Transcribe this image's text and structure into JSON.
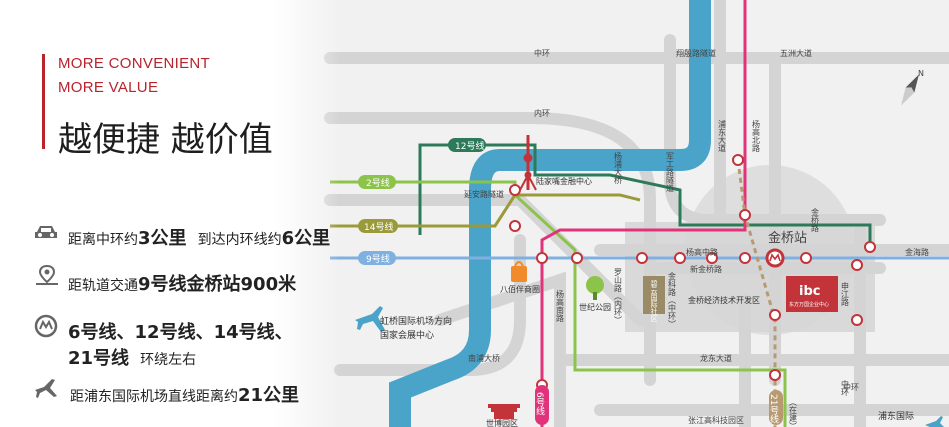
{
  "header": {
    "tagline_1": "MORE CONVENIENT",
    "tagline_2": "MORE VALUE",
    "headline": "越便捷  越价值"
  },
  "features": [
    {
      "icon": "car-icon",
      "parts": [
        "距离中环约",
        "3公里",
        "到达内环线约",
        "6公里"
      ]
    },
    {
      "icon": "location-pin-icon",
      "parts": [
        "距轨道交通",
        "9号线金桥站900米"
      ]
    },
    {
      "icon": "metro-icon",
      "parts": [
        "6号线、12号线、14号线、",
        "21号线",
        "环绕左右"
      ]
    },
    {
      "icon": "airplane-icon",
      "parts": [
        "距浦东国际机场直线距离约",
        "21公里"
      ]
    }
  ],
  "map": {
    "roads": {
      "zhonghuan_top": "中环",
      "xiangyin": "翔殷路隧道",
      "wuzhou": "五洲大道",
      "neihuan": "内环",
      "pudong": "浦东大道",
      "yanggao_n": "杨高北路",
      "jungong": "军工路隧道",
      "yangpu": "杨浦大桥",
      "yanan": "延安路隧道",
      "yanggao_z": "杨高中路",
      "jinqiao_rd": "金桥路",
      "xinjinqiao": "新金桥路",
      "luoshan": "罗山路（内环）",
      "jinke": "金科路（中环）",
      "shenjiang": "申江路",
      "yanggao_s": "杨高南路",
      "nanpu": "南浦大桥",
      "longdong": "龙东大道",
      "zhonghuan_bot": "中环",
      "zhangjiang": "张江高科技园区",
      "zaijian": "（在建）"
    },
    "lines": {
      "l2": "2号线",
      "l12": "12号线",
      "l14": "14号线",
      "l9": "9号线",
      "l6": "6号线",
      "l21": "21号线"
    },
    "places": {
      "lujiazui": "陆家嘴金融中心",
      "jinqiao_station": "金桥站",
      "jinqiao_zone": "金桥经济技术开发区",
      "biyun": "碧云国际社区",
      "shiji": "世纪公园",
      "babaiban": "八佰伴商圈",
      "hongqiao": "虹桥国际机场方向",
      "huizhan": "国家会展中心",
      "shibo": "世博园区",
      "pudong_airport": "浦东国际",
      "jinqiao_road_east": "金海路",
      "ibc_logo": "ibc",
      "ibc_name": "东方万国企业中心"
    }
  },
  "colors": {
    "accent": "#b8232c",
    "line2": "#8cc34a",
    "line6": "#e0337a",
    "line9": "#7fb0e0",
    "line12": "#2d7a5a",
    "line14": "#9a9a3a",
    "line21": "#b79a72",
    "river": "#4aa3c8",
    "ring": "#d2d2d2"
  }
}
